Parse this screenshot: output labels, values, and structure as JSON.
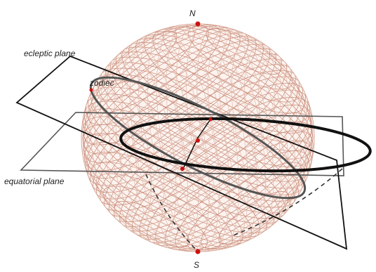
{
  "labels": {
    "north": "N",
    "south": "S",
    "ecliptic_plane": "ecleptic plane",
    "zodiac": "zodiec",
    "equatorial_plane": "equatorial plane"
  },
  "colors": {
    "mesh": "#c98a78",
    "mesh_light": "#e3b9a9",
    "point": "#cc1111",
    "ecliptic_line": "#111111",
    "equator_line": "#555555",
    "zodiac_line": "#555555"
  }
}
